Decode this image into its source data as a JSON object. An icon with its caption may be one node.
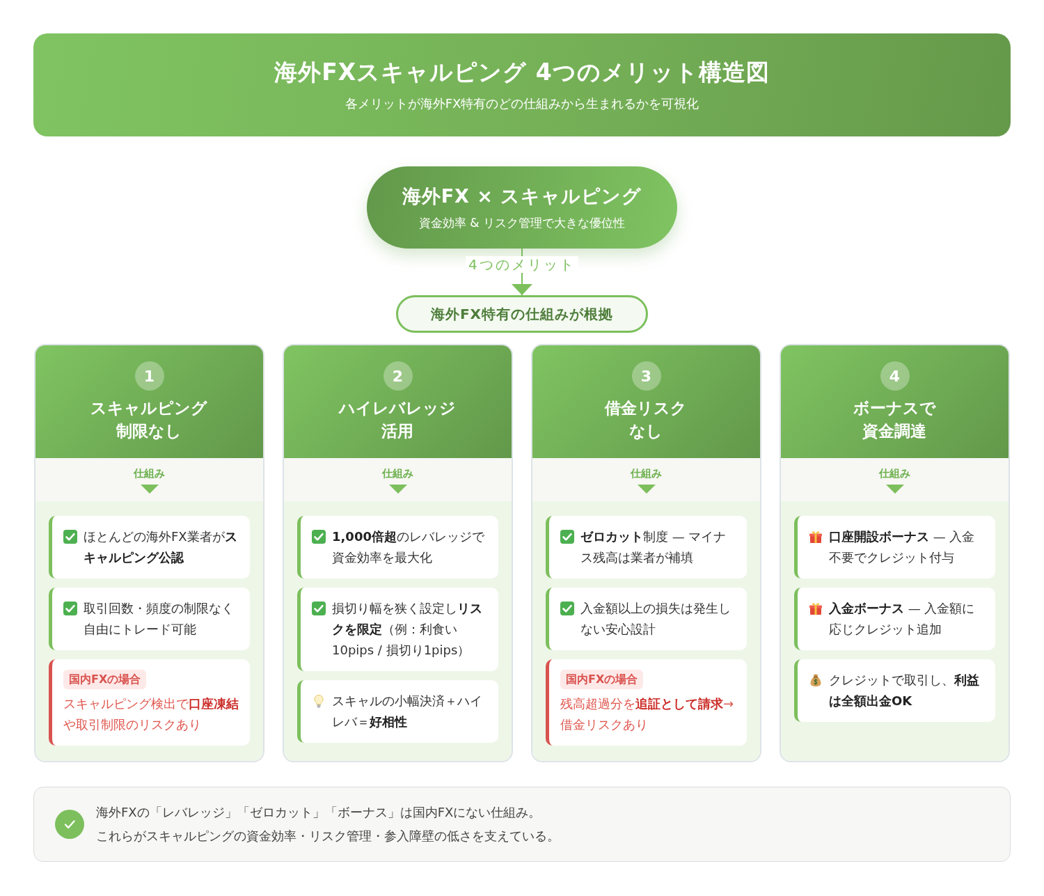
{
  "diagram": {
    "title": "海外FXスキャルピング 4つのメリット構造図",
    "nodes": [
      {
        "text": [
          "海外FX × スキャルピング",
          "資金効率 & リスク管理で大きな優位性"
        ]
      },
      {
        "text": [
          "海外FX特有の仕組みが根拠"
        ]
      },
      {
        "text": [
          "1",
          "スキャルピング制限なし",
          "仕組み"
        ]
      },
      {
        "text": [
          "ほとんどの海外FX業者が**スキャルピング公認**"
        ],
        "in": 2
      },
      {
        "text": [
          "取引回数・頻度の制限なく自由にトレード可能"
        ],
        "in": 2
      },
      {
        "text": [
          "国内FXの場合",
          "スキャルピング検出で**口座凍結**や取引制限のリスクあり"
        ],
        "in": 2
      },
      {
        "text": [
          "2",
          "ハイレバレッジ活用",
          "仕組み"
        ]
      },
      {
        "text": [
          "**1,000倍超**のレバレッジで資金効率を最大化"
        ],
        "in": 6
      },
      {
        "text": [
          "損切り幅を狭く設定し**リスクを限定**（例：利食い10pips / 損切り1pips）"
        ],
        "in": 6
      },
      {
        "text": [
          "スキャルの小幅決済＋ハイレバ＝**好相性**"
        ],
        "in": 6
      },
      {
        "text": [
          "3",
          "借金リスクなし",
          "仕組み"
        ]
      },
      {
        "text": [
          "**ゼロカット**制度 — マイナス残高は業者が補填"
        ],
        "in": 10
      },
      {
        "text": [
          "入金額以上の損失は発生しない安心設計"
        ],
        "in": 10
      },
      {
        "text": [
          "国内FXの場合",
          "残高超過分を**追証として請求**→ 借金リスクあり"
        ],
        "in": 10
      },
      {
        "text": [
          "4",
          "ボーナスで資金調達",
          "仕組み"
        ]
      },
      {
        "text": [
          "**口座開設ボーナス** — 入金不要でクレジット付与"
        ],
        "in": 14
      },
      {
        "text": [
          "**入金ボーナス** — 入金額に応じクレジット追加"
        ],
        "in": 14
      },
      {
        "text": [
          "クレジットで取引し、**利益は全額出金OK**"
        ],
        "in": 14
      },
      {
        "text": [
          "海外FXの「レバレッジ」「ゼロカット」「ボーナス」は国内FXにない仕組み。",
          "これらがスキャルピングの資金効率・リスク管理・参入障壁の低さを支えている。"
        ]
      }
    ],
    "edges": [
      {
        "from": 0,
        "to": 1,
        "arrow": "to",
        "label": "4つのメリット"
      }
    ],
    "labels": [
      "各メリットが海外FX特有のどの仕組みから生まれるかを可視化"
    ]
  }
}
